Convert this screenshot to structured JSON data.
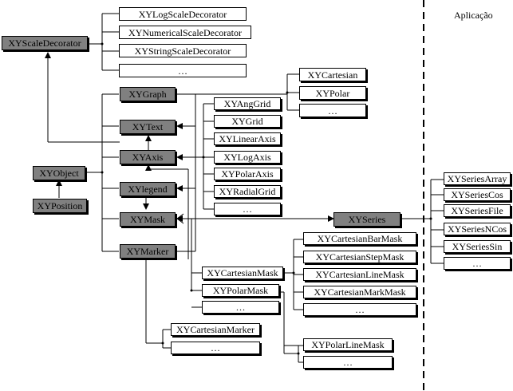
{
  "app_label": "Aplicação",
  "nodes": {
    "xyscaledecorator": "XYScaleDecorator",
    "xylogscaledecorator": "XYLogScaleDecorator",
    "xynumericalscaledecorator": "XYNumericalScaleDecorator",
    "xystringscaledecorator": "XYStringScaleDecorator",
    "scale_more": "…",
    "xygraph": "XYGraph",
    "xytext": "XYText",
    "xyaxis": "XYAxis",
    "xylegend": "XYlegend",
    "xymask": "XYMask",
    "xymarker": "XYMarker",
    "xyobject": "XYObject",
    "xyposition": "XYPosition",
    "xycartesian": "XYCartesian",
    "xypolar": "XYPolar",
    "graph_more": "…",
    "xyanggrid": "XYAngGrid",
    "xygrid": "XYGrid",
    "xylinearaxis": "XYLinearAxis",
    "xylogaxis": "XYLogAxis",
    "xypolaraxis": "XYPolarAxis",
    "xyradialgrid": "XYRadialGrid",
    "axis_more": "…",
    "xyseries": "XYSeries",
    "xycartesianbarmask": "XYCartesianBarMask",
    "xycartesianstepmask": "XYCartesianStepMask",
    "xycartesianlinemask": "XYCartesianLineMask",
    "xycartesianmarkmask": "XYCartesianMarkMask",
    "cartmask_more": "…",
    "xypolarlinemask": "XYPolarLineMask",
    "polarmask_more": "…",
    "xycartesianmask": "XYCartesianMask",
    "xypolarmask": "XYPolarMask",
    "mask_more": "…",
    "xycartesianmarker": "XYCartesianMarker",
    "marker_more": "…",
    "xyseriesarray": "XYSeriesArray",
    "xyseriescos": "XYSeriesCos",
    "xyseriesfile": "XYSeriesFile",
    "xyseriesncos": "XYSeriesNCos",
    "xyseriessin": "XYSeriesSin",
    "series_more": "…"
  }
}
